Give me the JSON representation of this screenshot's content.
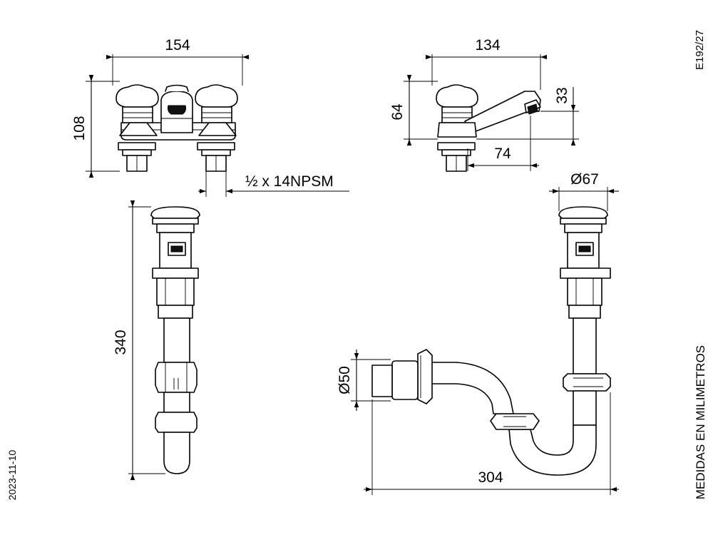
{
  "dimensions": {
    "faucet_width": "154",
    "faucet_height": "108",
    "spout_length": "134",
    "side_height": "64",
    "spout_height": "33",
    "spout_reach": "74",
    "thread": "½ x 14NPSM",
    "drain_diameter": "Ø67",
    "drain_length": "340",
    "outlet_diameter": "Ø50",
    "trap_width": "304"
  },
  "labels": {
    "code": "E192/27",
    "units_note": "MEDIDAS EN MILIMETROS",
    "date": "2023-11-10"
  }
}
